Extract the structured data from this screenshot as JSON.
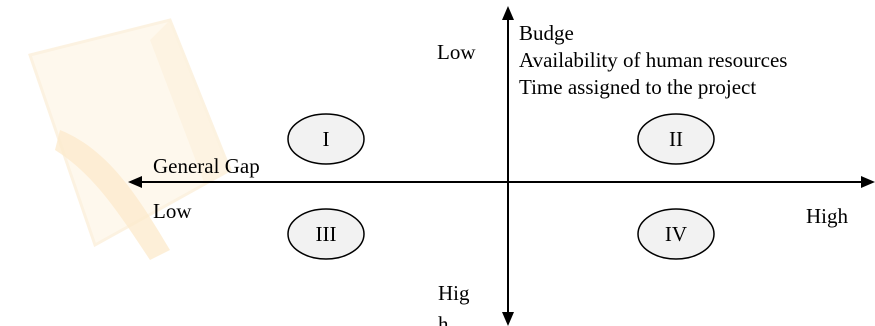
{
  "watermark": {
    "kind": "faint orange sheet-of-paper logo",
    "color": "#f5a623"
  },
  "axes": {
    "vertical": {
      "top_label": "Low",
      "bottom_label": "Hig",
      "bottom_label_cutoff": "h",
      "dimension_lines": [
        "Budge",
        "Availability of human resources",
        "Time assigned to the project"
      ]
    },
    "horizontal": {
      "name": "General Gap",
      "left_label": "Low",
      "right_label": "High"
    }
  },
  "quadrants": [
    {
      "label": "I"
    },
    {
      "label": "II"
    },
    {
      "label": "III"
    },
    {
      "label": "IV"
    }
  ],
  "colors": {
    "line": "#000000",
    "ellipse_fill": "#f2f2f2",
    "ellipse_stroke": "#000000"
  }
}
